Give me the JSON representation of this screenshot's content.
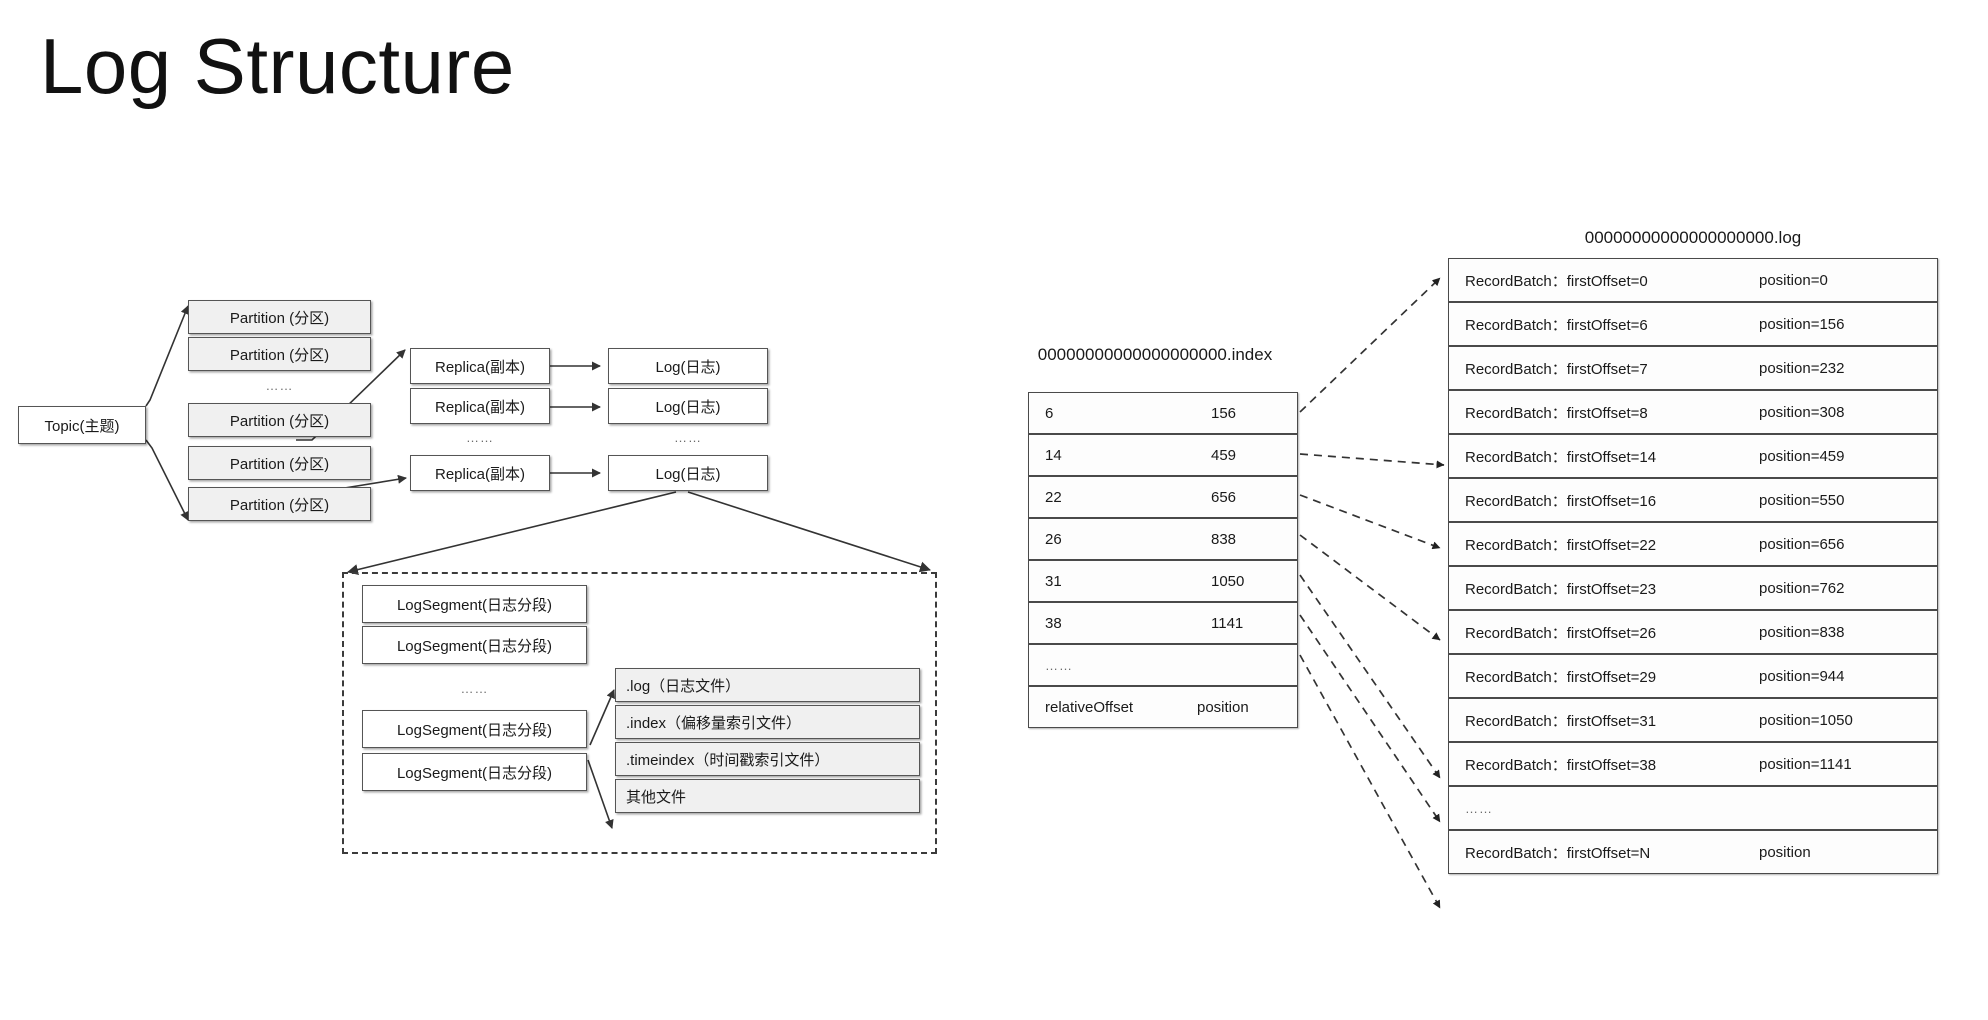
{
  "slide": {
    "title": "Log Structure"
  },
  "topic": {
    "label": "Topic(主题)"
  },
  "partitions": {
    "items": [
      {
        "label": "Partition (分区)"
      },
      {
        "label": "Partition (分区)"
      },
      {
        "label": "Partition (分区)"
      },
      {
        "label": "Partition (分区)"
      },
      {
        "label": "Partition (分区)"
      }
    ],
    "ellipsis": "……"
  },
  "replicas": {
    "items": [
      {
        "label": "Replica(副本)"
      },
      {
        "label": "Replica(副本)"
      },
      {
        "label": "Replica(副本)"
      }
    ],
    "ellipsis": "……"
  },
  "logs": {
    "items": [
      {
        "label": "Log(日志)"
      },
      {
        "label": "Log(日志)"
      },
      {
        "label": "Log(日志)"
      }
    ],
    "ellipsis": "……"
  },
  "log_segments": {
    "items": [
      {
        "label": "LogSegment(日志分段)"
      },
      {
        "label": "LogSegment(日志分段)"
      },
      {
        "label": "LogSegment(日志分段)"
      },
      {
        "label": "LogSegment(日志分段)"
      }
    ],
    "ellipsis": "……"
  },
  "segment_files": {
    "items": [
      {
        "label": ".log（日志文件）"
      },
      {
        "label": ".index（偏移量索引文件）"
      },
      {
        "label": ".timeindex（时间戳索引文件）"
      },
      {
        "label": "其他文件"
      }
    ]
  },
  "index_file": {
    "filename": "00000000000000000000.index",
    "rows": [
      {
        "relative_offset": "6",
        "position": "156"
      },
      {
        "relative_offset": "14",
        "position": "459"
      },
      {
        "relative_offset": "22",
        "position": "656"
      },
      {
        "relative_offset": "26",
        "position": "838"
      },
      {
        "relative_offset": "31",
        "position": "1050"
      },
      {
        "relative_offset": "38",
        "position": "1141"
      },
      {
        "relative_offset": "……",
        "position": ""
      },
      {
        "relative_offset": "relativeOffset",
        "position": "position"
      }
    ]
  },
  "log_file": {
    "filename": "00000000000000000000.log",
    "rows": [
      {
        "batch": "RecordBatch：firstOffset=0",
        "position": "position=0"
      },
      {
        "batch": "RecordBatch：firstOffset=6",
        "position": "position=156"
      },
      {
        "batch": "RecordBatch：firstOffset=7",
        "position": "position=232"
      },
      {
        "batch": "RecordBatch：firstOffset=8",
        "position": "position=308"
      },
      {
        "batch": "RecordBatch：firstOffset=14",
        "position": "position=459"
      },
      {
        "batch": "RecordBatch：firstOffset=16",
        "position": "position=550"
      },
      {
        "batch": "RecordBatch：firstOffset=22",
        "position": "position=656"
      },
      {
        "batch": "RecordBatch：firstOffset=23",
        "position": "position=762"
      },
      {
        "batch": "RecordBatch：firstOffset=26",
        "position": "position=838"
      },
      {
        "batch": "RecordBatch：firstOffset=29",
        "position": "position=944"
      },
      {
        "batch": "RecordBatch：firstOffset=31",
        "position": "position=1050"
      },
      {
        "batch": "RecordBatch：firstOffset=38",
        "position": "position=1141"
      },
      {
        "batch": "……",
        "position": ""
      },
      {
        "batch": "RecordBatch：firstOffset=N",
        "position": "position"
      }
    ]
  },
  "colors": {
    "box_fill": "#f0f0f0",
    "box_border": "#555555",
    "table_fill": "#fdfdfd",
    "table_border": "#4a4a4a",
    "text": "#1a1a1a",
    "ellipsis_grey": "#6b6b6b",
    "background": "#ffffff"
  }
}
